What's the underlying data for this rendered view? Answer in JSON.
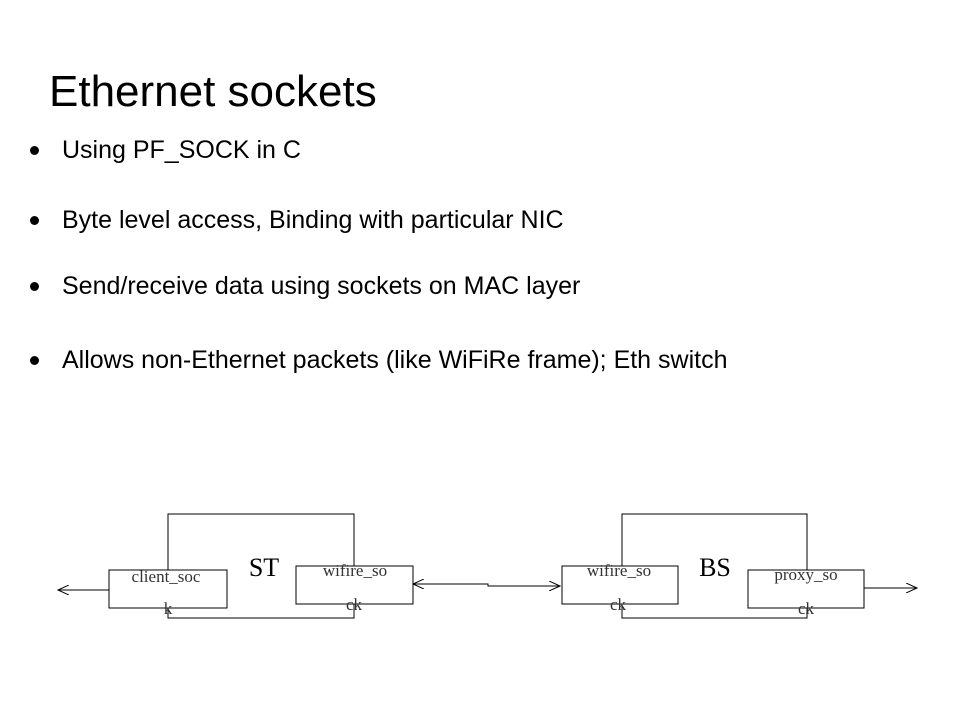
{
  "slide": {
    "title": "Ethernet sockets",
    "bullets": [
      "Using PF_SOCK in C",
      "Byte level access, Binding with particular NIC",
      "Send/receive data using sockets on MAC layer",
      "Allows non-Ethernet packets (like WiFiRe frame); Eth switch"
    ]
  },
  "diagram": {
    "st": {
      "label": "ST",
      "client_socket": [
        "client_soc",
        "k"
      ],
      "wifire_socket": [
        "wifire_so",
        "ck"
      ]
    },
    "bs": {
      "label": "BS",
      "wifire_socket": [
        "wifire_so",
        "ck"
      ],
      "proxy_socket": [
        "proxy_so",
        "ck"
      ]
    }
  }
}
